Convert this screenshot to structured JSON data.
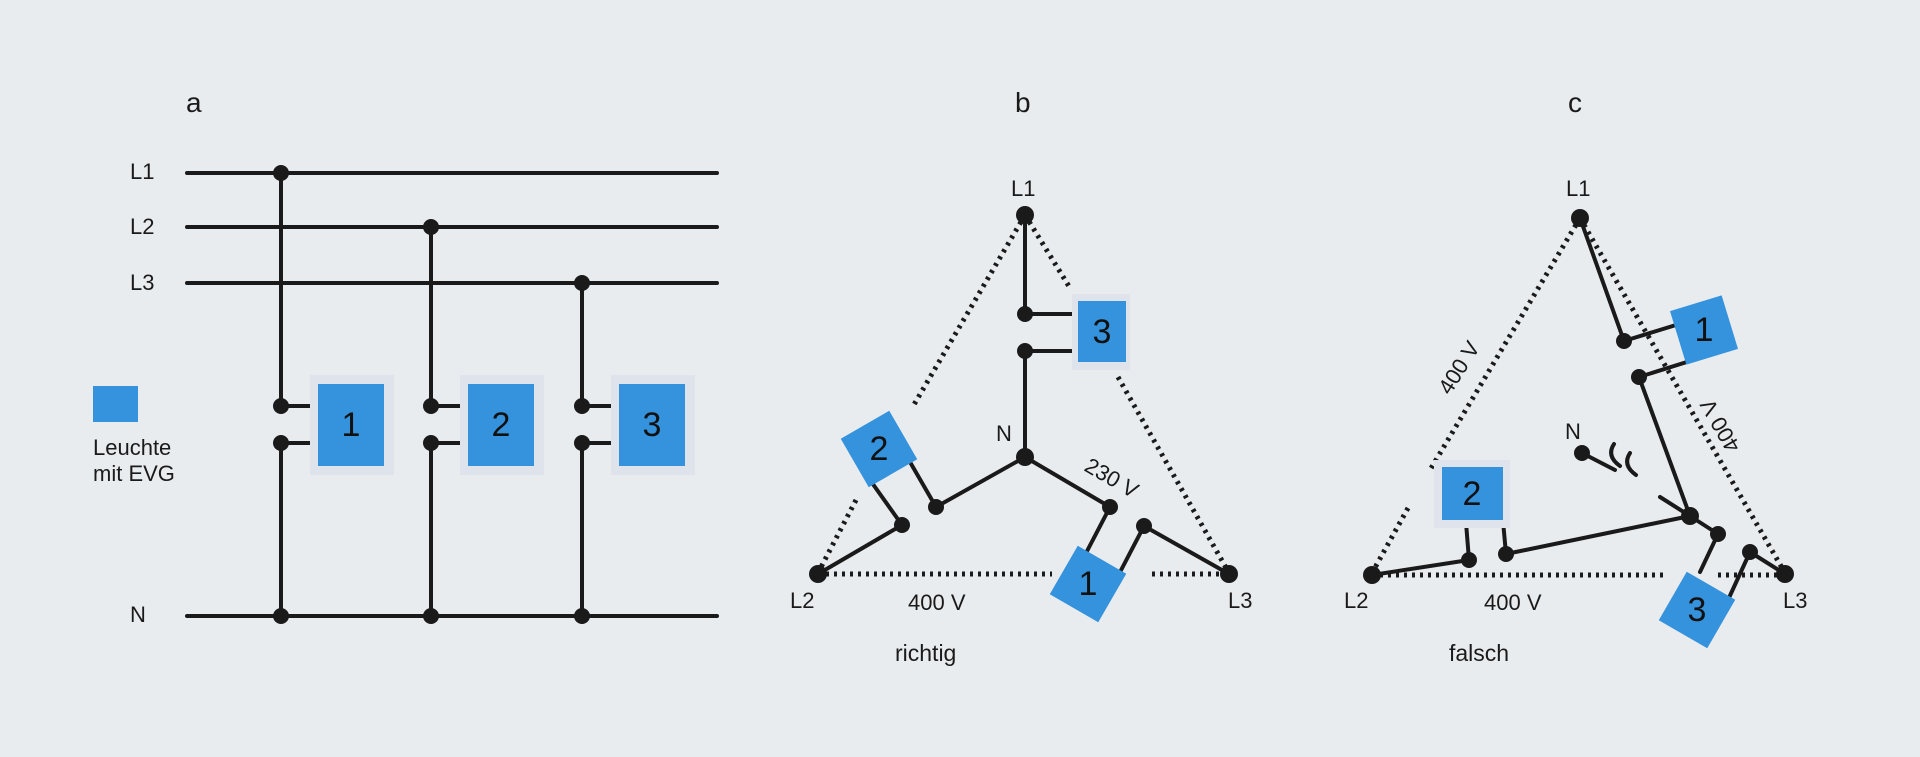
{
  "colors": {
    "background": "#e9ecef",
    "lamp": "#3592dc",
    "wire": "#1a1a1a"
  },
  "panel_a": {
    "label": "a",
    "phases": [
      "L1",
      "L2",
      "L3"
    ],
    "neutral": "N",
    "lamps": [
      "1",
      "2",
      "3"
    ],
    "legend": {
      "line1": "Leuchte",
      "line2": "mit EVG"
    }
  },
  "panel_b": {
    "label": "b",
    "l1": "L1",
    "l2": "L2",
    "l3": "L3",
    "n": "N",
    "voltage_phase": "230 V",
    "voltage_line": "400 V",
    "lamps": [
      "1",
      "2",
      "3"
    ],
    "caption": "richtig"
  },
  "panel_c": {
    "label": "c",
    "l1": "L1",
    "l2": "L2",
    "l3": "L3",
    "n": "N",
    "voltage_left": "400 V",
    "voltage_right": "400 V",
    "voltage_bottom": "400 V",
    "lamps": [
      "1",
      "2",
      "3"
    ],
    "caption": "falsch"
  }
}
